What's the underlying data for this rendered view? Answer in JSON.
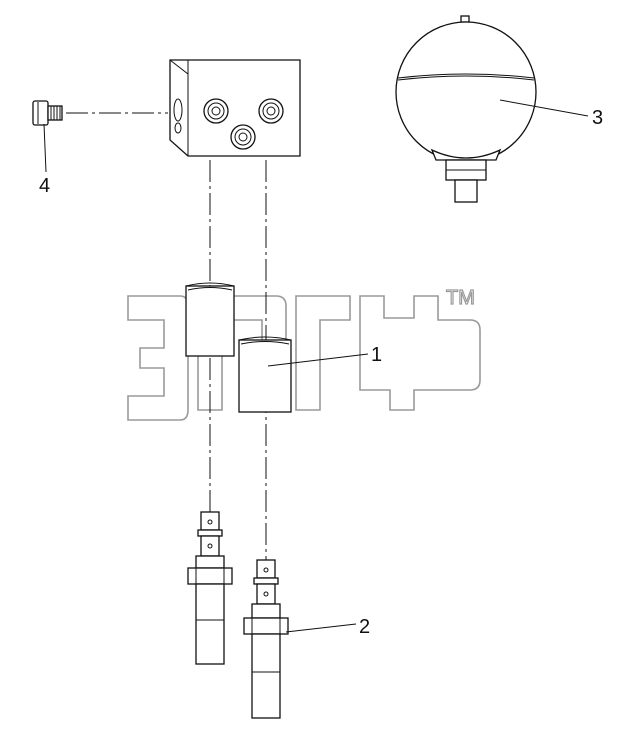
{
  "callouts": {
    "c1": "1",
    "c2": "2",
    "c3": "3",
    "c4": "4"
  },
  "watermark": {
    "trademark": "TM"
  },
  "colors": {
    "line": "#111111",
    "watermark": "#9a9a9a",
    "background": "#ffffff"
  }
}
